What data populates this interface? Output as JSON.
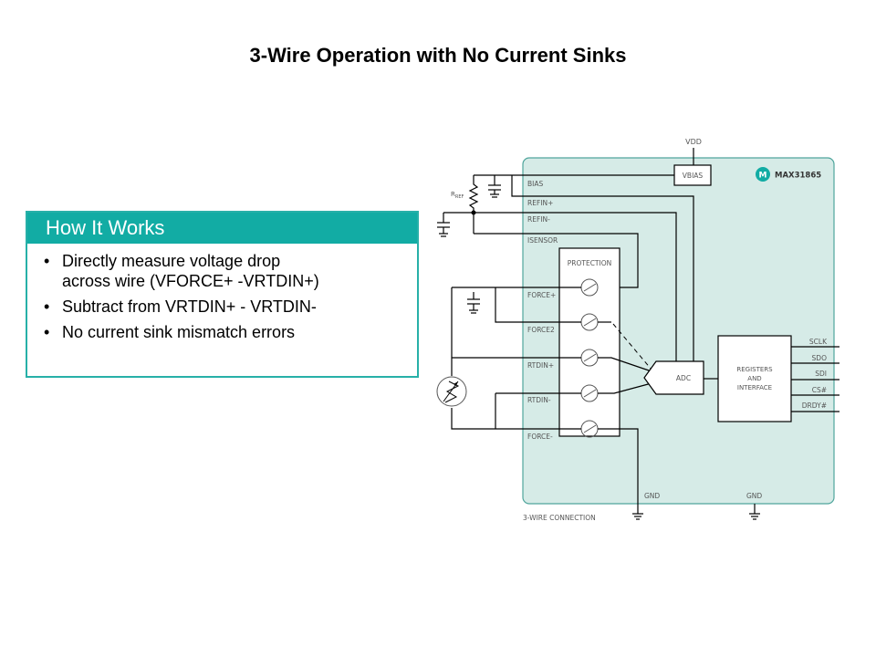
{
  "title": "3-Wire Operation with No Current Sinks",
  "how_it_works": {
    "header": "How It Works",
    "bullets": [
      {
        "line1": "Directly measure voltage drop",
        "line2": "across wire (VFORCE+ -VRTDIN+)"
      },
      {
        "line1": "Subtract from VRTDIN+ - VRTDIN-",
        "line2": null
      },
      {
        "line1": "No current sink mismatch errors",
        "line2": null
      }
    ],
    "bullet_char": "•"
  },
  "diagram": {
    "chip_name": "MAX31865",
    "logo_text": "M",
    "caption": "3-WIRE CONNECTION",
    "vdd": "VDD",
    "vbias": "VBIAS",
    "rref_main": "R",
    "rref_sub": "REF",
    "pins_left": [
      "BIAS",
      "REFIN+",
      "REFIN-",
      "ISENSOR",
      "FORCE+",
      "FORCE2",
      "RTDIN+",
      "RTDIN-",
      "FORCE-"
    ],
    "protection": "PROTECTION",
    "adc": "ADC",
    "registers": [
      "REGISTERS",
      "AND",
      "INTERFACE"
    ],
    "pins_right": [
      "SCLK",
      "SDO",
      "SDI",
      "CS#",
      "DRDY#"
    ],
    "gnd": [
      "GND",
      "GND"
    ],
    "colors": {
      "chip_fill": "#d6ebe7",
      "chip_border": "#4fa59c",
      "accent": "#12aca4",
      "wire": "#000000",
      "label": "#555555"
    }
  }
}
